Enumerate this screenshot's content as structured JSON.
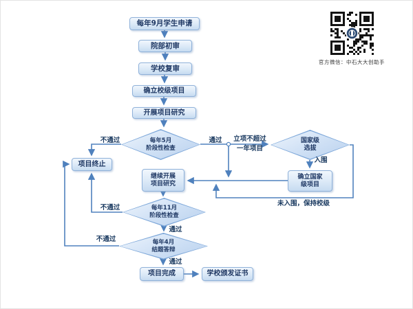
{
  "flowchart": {
    "nodes": {
      "apply": {
        "label": "每年9月学生申请"
      },
      "dept_review": {
        "label": "院部初审"
      },
      "school_review": {
        "label": "学校复审"
      },
      "establish_school": {
        "label": "确立校级项目"
      },
      "conduct_research": {
        "label": "开展项目研究"
      },
      "may_check": {
        "line1": "每年5月",
        "line2": "阶段性检查"
      },
      "terminate": {
        "label": "项目终止"
      },
      "national_selection": {
        "line1": "国家级",
        "line2": "选拔"
      },
      "establish_national": {
        "line1": "确立国家",
        "line2": "级项目"
      },
      "continue_research": {
        "line1": "继续开展",
        "line2": "项目研究"
      },
      "nov_check": {
        "line1": "每年11月",
        "line2": "阶段性检查"
      },
      "final_defense": {
        "line1": "每年4月",
        "line2": "结题答辩"
      },
      "complete": {
        "label": "项目完成"
      },
      "certificate": {
        "label": "学校颁发证书"
      }
    },
    "edge_labels": {
      "may_fail": "不通过",
      "may_pass": "通过",
      "one_year_line1": "立项不超过",
      "one_year_line2": "一年项目",
      "shortlisted": "入围",
      "not_shortlisted": "未入围，保持校级",
      "nov_fail": "不通过",
      "nov_pass": "通过",
      "apr_fail": "不通过",
      "apr_pass": "通过"
    }
  },
  "qr": {
    "caption": "官方微信：中石大大创助手"
  },
  "colors": {
    "edge": "#4f81bd",
    "node_border": "#8fb1d9",
    "node_text": "#1f3864"
  }
}
